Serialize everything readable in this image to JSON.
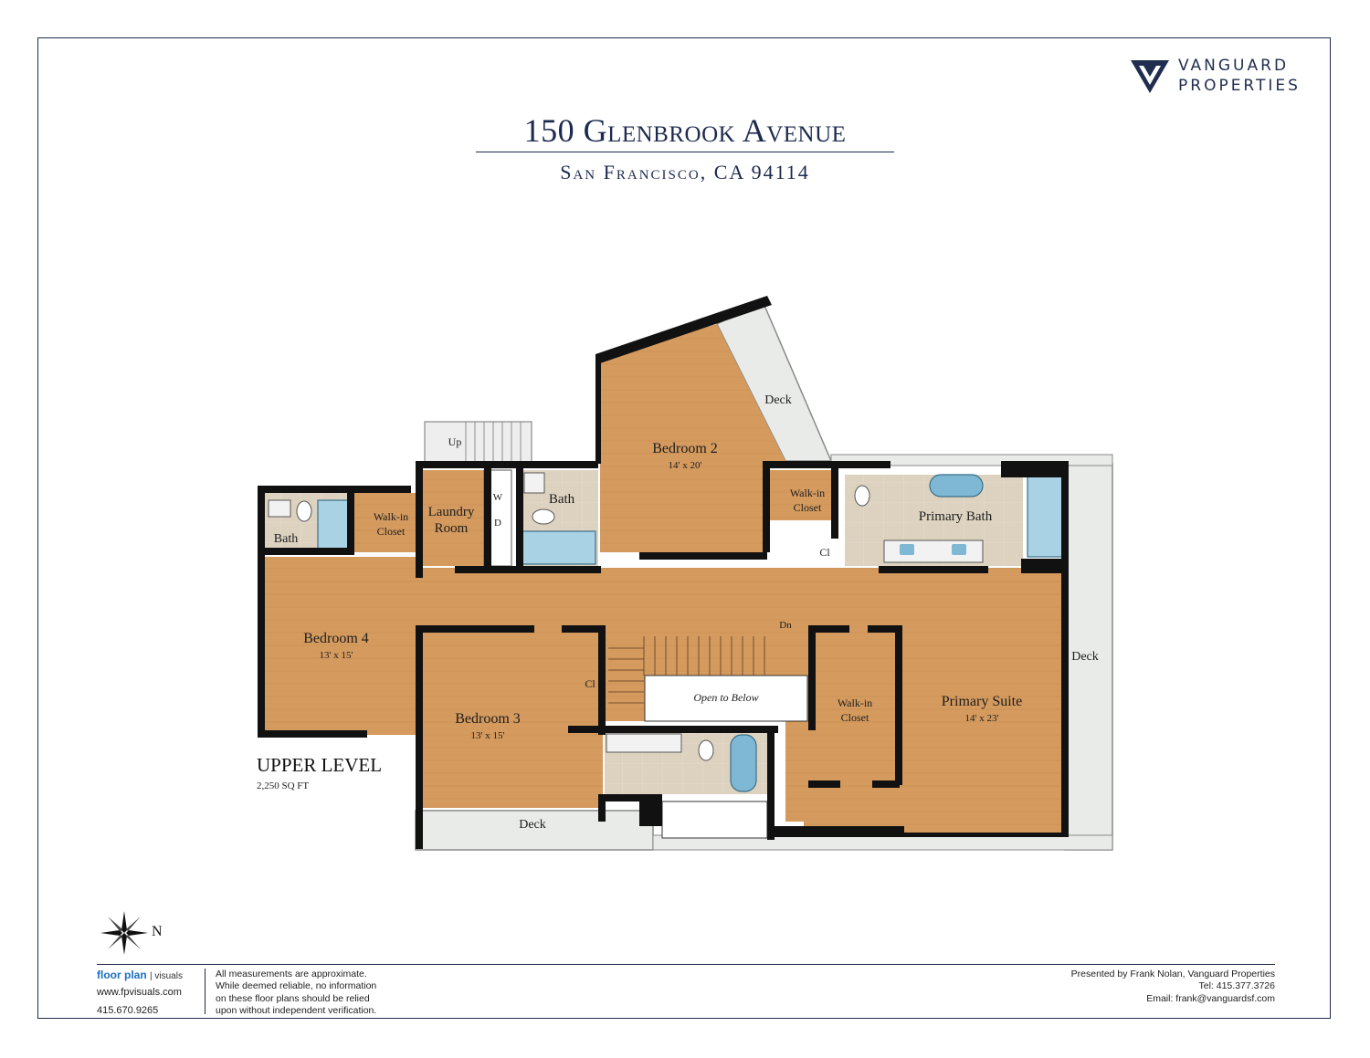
{
  "brand": {
    "line1": "VANGUARD",
    "line2": "PROPERTIES"
  },
  "header": {
    "title": "150 Glenbrook Avenue",
    "subtitle": "San Francisco, CA 94114"
  },
  "plan": {
    "level": "UPPER LEVEL",
    "area": "2,250 SQ FT",
    "rooms": {
      "bedroom2": {
        "name": "Bedroom 2",
        "dim": "14' x 20'"
      },
      "bedroom3": {
        "name": "Bedroom 3",
        "dim": "13' x 15'"
      },
      "bedroom4": {
        "name": "Bedroom 4",
        "dim": "13' x 15'"
      },
      "primary_suite": {
        "name": "Primary Suite",
        "dim": "14' x 23'"
      },
      "primary_bath": "Primary Bath",
      "bath": "Bath",
      "laundry_1": "Laundry",
      "laundry_2": "Room",
      "walk_in": "Walk-in",
      "closet": "Closet",
      "deck": "Deck",
      "closet_short": "Cl",
      "open_below": "Open to Below",
      "up": "Up",
      "dn": "Dn",
      "washer": "W",
      "dryer": "D"
    },
    "compass_label": "N"
  },
  "footer": {
    "brand_main": "floor plan",
    "brand_sub": "| visuals",
    "website": "www.fpvisuals.com",
    "phone": "415.670.9265",
    "disclaimer": [
      "All measurements are approximate.",
      "While deemed reliable, no information",
      "on these floor plans should be relied",
      "upon without independent verification."
    ],
    "presenter": "Presented by Frank Nolan, Vanguard Properties",
    "tel": "Tel: 415.377.3726",
    "email": "Email: frank@vanguardsf.com"
  },
  "colors": {
    "navy": "#1c2a4e",
    "wood": "#d49a5e",
    "tile": "#ddd2c0",
    "wall": "#111111",
    "deck": "#e9ebe8",
    "fixture": "#7fb8d4"
  }
}
